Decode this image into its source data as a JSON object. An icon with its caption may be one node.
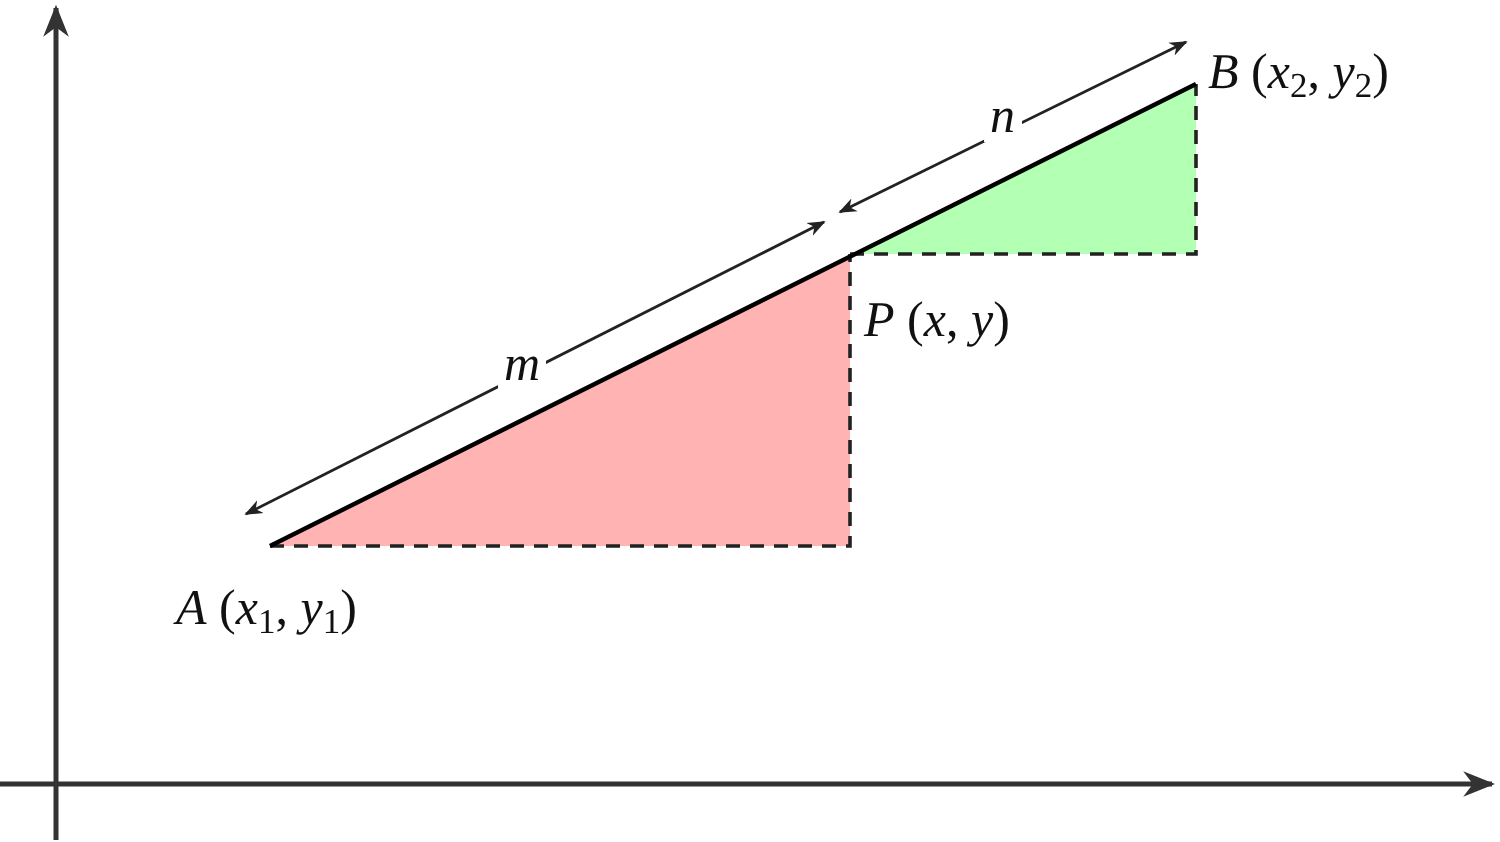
{
  "diagram": {
    "labels": [
      "*B* (*x*$_{2}$, *y*$_{2}$)",
      "*n*",
      "*P* (*x*, *y*)",
      "*m*",
      "*A* (*x*$_{1}$, *y*$_{1}$)"
    ]
  }
}
